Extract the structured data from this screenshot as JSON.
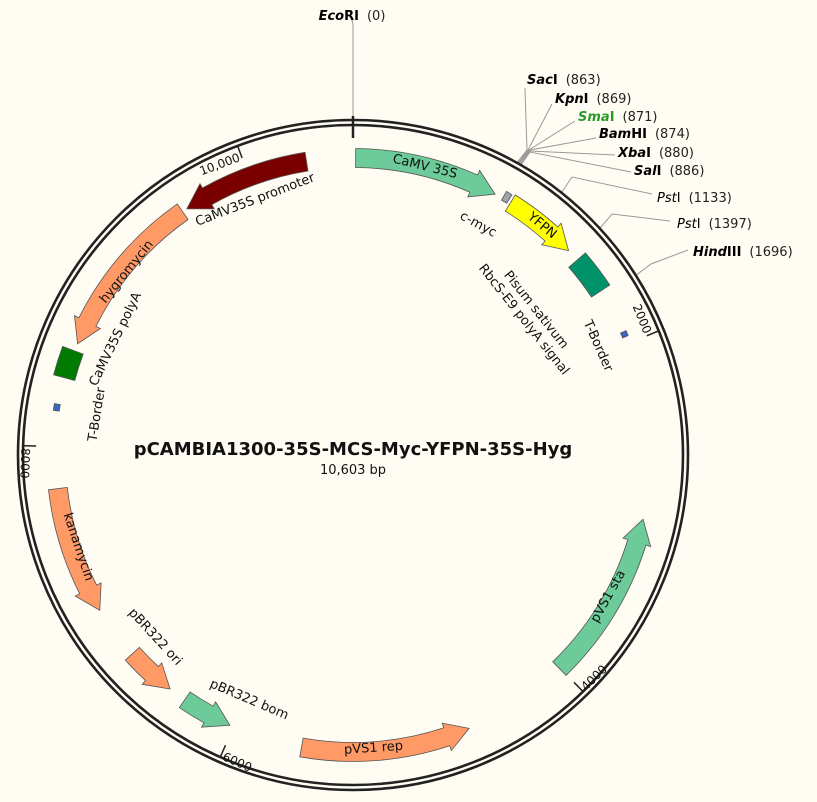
{
  "title": "pCAMBIA1300-35S-MCS-Myc-YFPN-35S-Hyg",
  "length_label": "10,603 bp",
  "length_bp": 10603,
  "features": [
    {
      "label": "CaMV 35S",
      "start": 15,
      "end": 842,
      "direction": "forward",
      "shape": "arrow",
      "color": "#6dcb9a"
    },
    {
      "label": "c-myc",
      "start": 890,
      "end": 925,
      "direction": "none",
      "shape": "box",
      "color": "#a2a4ad"
    },
    {
      "label": "YFPN",
      "start": 942,
      "end": 1370,
      "direction": "forward",
      "shape": "arrow",
      "color": "#ffff00"
    },
    {
      "label": "Pisum sativum RbcS-E9 polyA signal",
      "start": 1443,
      "end": 1664,
      "direction": "none",
      "shape": "box",
      "color": "#00936a"
    },
    {
      "label": "T-Border",
      "start": 1929,
      "end": 1960,
      "direction": "none",
      "shape": "box",
      "color": "#3a66c4"
    },
    {
      "label": "pVS1 sta",
      "start": 3019,
      "end": 4005,
      "direction": "reverse",
      "shape": "arrow",
      "color": "#6dcb9a"
    },
    {
      "label": "pVS1 rep",
      "start": 4624,
      "end": 5596,
      "direction": "reverse",
      "shape": "arrow",
      "color": "#ff9966"
    },
    {
      "label": "pBR322 bom",
      "start": 6023,
      "end": 6318,
      "direction": "reverse",
      "shape": "arrow",
      "color": "#6dcb9a"
    },
    {
      "label": "pBR322 ori",
      "start": 6421,
      "end": 6715,
      "direction": "reverse",
      "shape": "arrow",
      "color": "#ff9966"
    },
    {
      "label": "kanamycin",
      "start": 7024,
      "end": 7761,
      "direction": "reverse",
      "shape": "arrow",
      "color": "#ff9966"
    },
    {
      "label": "T-Border",
      "start": 8202,
      "end": 8240,
      "direction": "none",
      "shape": "box",
      "color": "#3a66c4"
    },
    {
      "label": "CaMV35S polyA",
      "start": 8394,
      "end": 8556,
      "direction": "none",
      "shape": "box",
      "color": "#007a00"
    },
    {
      "label": "hygromycin",
      "start": 8600,
      "end": 9572,
      "direction": "reverse",
      "shape": "arrow",
      "color": "#ff9966"
    },
    {
      "label": "CaMV35S promoter",
      "start": 9601,
      "end": 10338,
      "direction": "reverse",
      "shape": "arrow",
      "color": "#7a0000"
    }
  ],
  "ticks": [
    {
      "bp": 2000,
      "label": "2000"
    },
    {
      "bp": 4000,
      "label": "4000"
    },
    {
      "bp": 6000,
      "label": "6000"
    },
    {
      "bp": 8000,
      "label": "8000"
    },
    {
      "bp": 10000,
      "label": "10,000"
    }
  ],
  "sites": [
    {
      "italic": "Eco",
      "suffix": "RI",
      "position": "(0)",
      "bp": 0,
      "bold": true,
      "color": "#000000"
    },
    {
      "italic": "Sac",
      "suffix": "I",
      "position": "(863)",
      "bp": 863,
      "bold": true,
      "color": "#000000"
    },
    {
      "italic": "Kpn",
      "suffix": "I",
      "position": "(869)",
      "bp": 869,
      "bold": true,
      "color": "#000000"
    },
    {
      "italic": "Sma",
      "suffix": "I",
      "position": "(871)",
      "bp": 871,
      "bold": true,
      "color": "#2a9a2a"
    },
    {
      "italic": "Bam",
      "suffix": "HI",
      "position": "(874)",
      "bp": 874,
      "bold": true,
      "color": "#000000"
    },
    {
      "italic": "Xba",
      "suffix": "I",
      "position": "(880)",
      "bp": 880,
      "bold": true,
      "color": "#000000"
    },
    {
      "italic": "Sal",
      "suffix": "I",
      "position": "(886)",
      "bp": 886,
      "bold": true,
      "color": "#000000"
    },
    {
      "italic": "Pst",
      "suffix": "I",
      "position": "(1133)",
      "bp": 1133,
      "bold": false,
      "color": "#000000"
    },
    {
      "italic": "Pst",
      "suffix": "I",
      "position": "(1397)",
      "bp": 1397,
      "bold": false,
      "color": "#000000"
    },
    {
      "italic": "Hind",
      "suffix": "III",
      "position": "(1696)",
      "bp": 1696,
      "bold": true,
      "color": "#000000"
    }
  ]
}
